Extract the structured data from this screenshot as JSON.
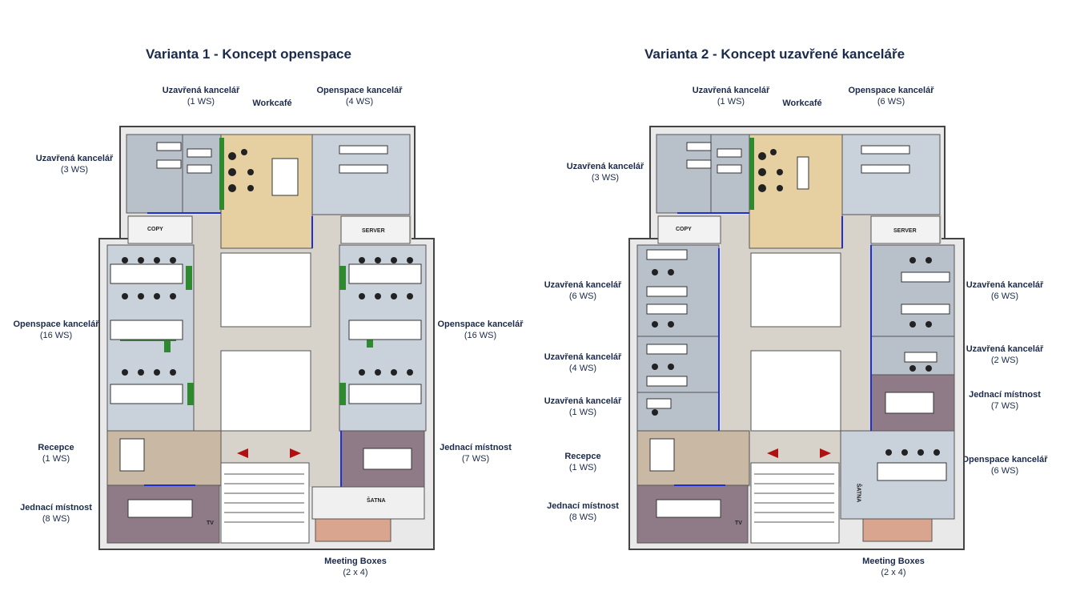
{
  "plans": [
    {
      "title": "Varianta 1 - Koncept openspace",
      "labels": [
        {
          "name": "Uzavřená kancelář",
          "cap": "(1 WS)"
        },
        {
          "name": "Workcafé",
          "cap": ""
        },
        {
          "name": "Openspace kancelář",
          "cap": "(4 WS)"
        },
        {
          "name": "Uzavřená kancelář",
          "cap": "(3 WS)"
        },
        {
          "name": "Openspace kancelář",
          "cap": "(16 WS)"
        },
        {
          "name": "Openspace kancelář",
          "cap": "(16 WS)"
        },
        {
          "name": "Recepce",
          "cap": "(1 WS)"
        },
        {
          "name": "Jednací místnost",
          "cap": "(7 WS)"
        },
        {
          "name": "Jednací místnost",
          "cap": "(8 WS)"
        },
        {
          "name": "Meeting Boxes",
          "cap": "(2 x 4)"
        }
      ],
      "room_tags": {
        "copy": "COPY",
        "server": "SERVER",
        "satna": "ŠATNA",
        "tv": "TV"
      }
    },
    {
      "title": "Varianta 2 - Koncept uzavřené kanceláře",
      "labels": [
        {
          "name": "Uzavřená kancelář",
          "cap": "(1 WS)"
        },
        {
          "name": "Workcafé",
          "cap": ""
        },
        {
          "name": "Openspace kancelář",
          "cap": "(6 WS)"
        },
        {
          "name": "Uzavřená kancelář",
          "cap": "(3 WS)"
        },
        {
          "name": "Uzavřená kancelář",
          "cap": "(6 WS)"
        },
        {
          "name": "Uzavřená kancelář",
          "cap": "(4 WS)"
        },
        {
          "name": "Uzavřená kancelář",
          "cap": "(1 WS)"
        },
        {
          "name": "Recepce",
          "cap": "(1 WS)"
        },
        {
          "name": "Jednací místnost",
          "cap": "(8 WS)"
        },
        {
          "name": "Uzavřená kancelář",
          "cap": "(6 WS)"
        },
        {
          "name": "Uzavřená kancelář",
          "cap": "(2 WS)"
        },
        {
          "name": "Jednací místnost",
          "cap": "(7 WS)"
        },
        {
          "name": "Openspace kancelář",
          "cap": "(6 WS)"
        },
        {
          "name": "Meeting Boxes",
          "cap": "(2 x 4)"
        }
      ],
      "room_tags": {
        "copy": "COPY",
        "server": "SERVER",
        "satna": "ŠATNA",
        "tv": "TV"
      }
    }
  ],
  "colors": {
    "text": "#1b2a4a",
    "office": "#b8c0ca",
    "openspace": "#c9d1da",
    "cafe": "#e6cfa0",
    "corridor": "#d7d2ca",
    "reception": "#c9b9a4",
    "meeting": "#8f7b87",
    "boxes": "#d9a58e",
    "wall": "#444444",
    "glass": "#1f2fd6",
    "plant": "#2f8a2f"
  }
}
